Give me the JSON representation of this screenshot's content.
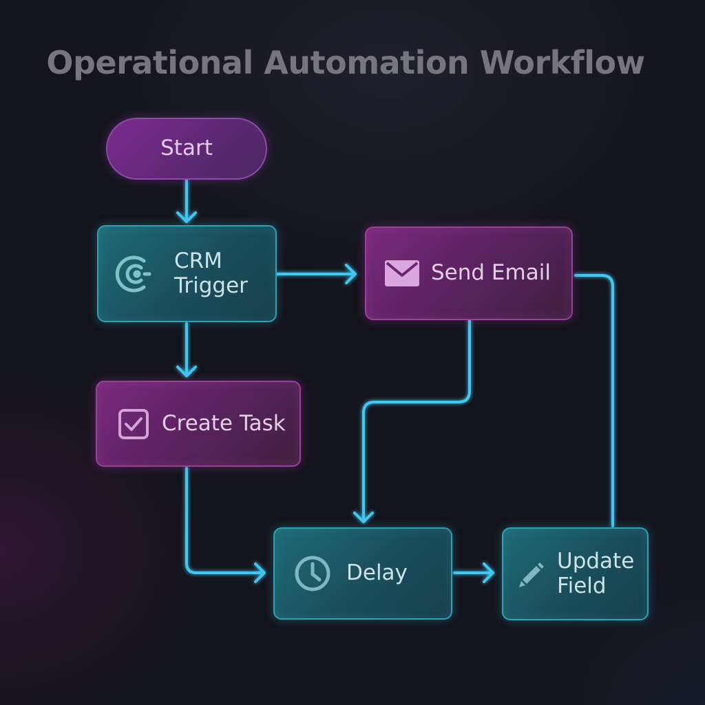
{
  "title": "Operational Automation Workflow",
  "nodes": {
    "start": {
      "label": "Start"
    },
    "crm_trigger": {
      "label": "CRM\nTrigger",
      "icon": "crm-icon"
    },
    "send_email": {
      "label": "Send Email",
      "icon": "envelope-icon"
    },
    "create_task": {
      "label": "Create Task",
      "icon": "checkbox-icon"
    },
    "delay": {
      "label": "Delay",
      "icon": "clock-icon"
    },
    "update_field": {
      "label": "Update\nField",
      "icon": "pencil-icon"
    }
  },
  "edges": [
    {
      "from": "Start",
      "to": "CRM Trigger"
    },
    {
      "from": "CRM Trigger",
      "to": "Send Email"
    },
    {
      "from": "CRM Trigger",
      "to": "Create Task"
    },
    {
      "from": "Send Email",
      "to": "Delay"
    },
    {
      "from": "Create Task",
      "to": "Delay"
    },
    {
      "from": "Delay",
      "to": "Update Field"
    },
    {
      "from": "Update Field",
      "to": "Send Email"
    }
  ],
  "colors": {
    "connector": "#3fc8f0",
    "teal_node": "#1f6a76",
    "magenta_node": "#6a2670",
    "start_node": "#6b2a82",
    "title": "#77767f"
  }
}
